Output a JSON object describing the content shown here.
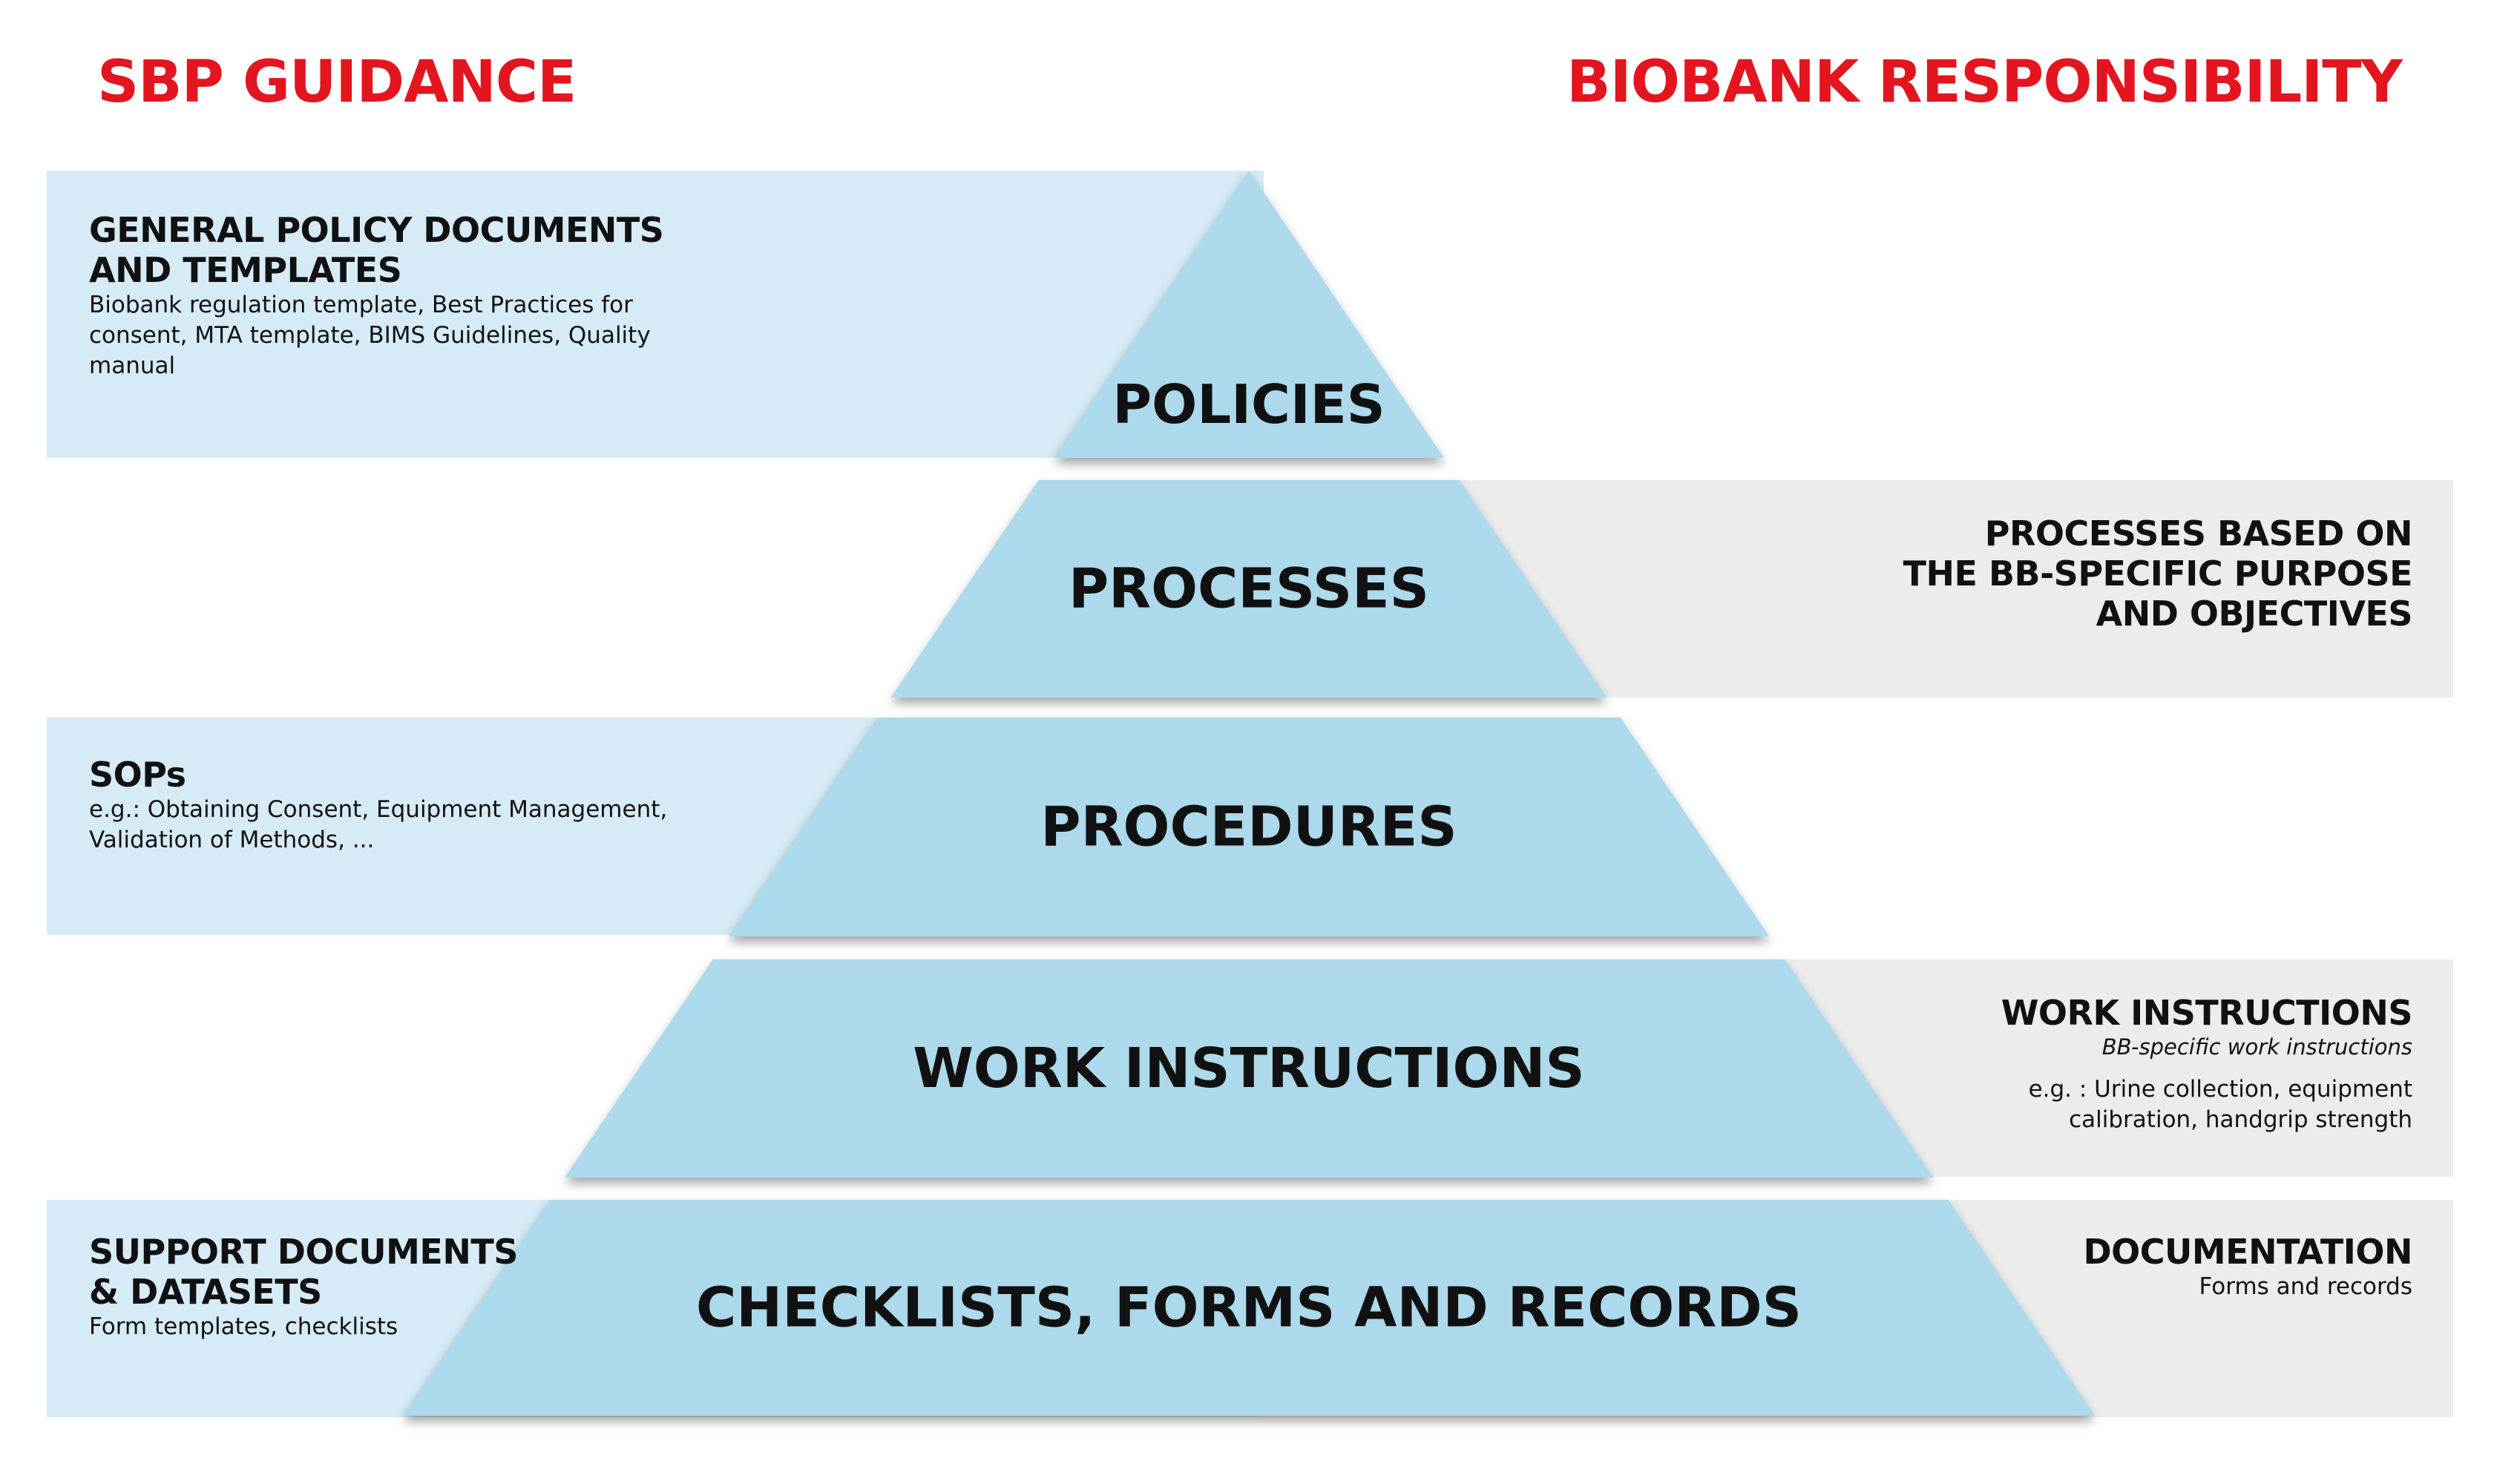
{
  "headings": {
    "left": "SBP GUIDANCE",
    "right": "BIOBANK RESPONSIBILITY"
  },
  "levels": [
    {
      "label": "POLICIES"
    },
    {
      "label": "PROCESSES"
    },
    {
      "label": "PROCEDURES"
    },
    {
      "label": "WORK INSTRUCTIONS"
    },
    {
      "label": "CHECKLISTS, FORMS AND RECORDS"
    }
  ],
  "left_panels": {
    "policies": {
      "title_lines": [
        "GENERAL POLICY DOCUMENTS",
        "AND TEMPLATES"
      ],
      "desc_lines": [
        "Biobank regulation template, Best Practices for",
        "consent, MTA template, BIMS Guidelines, Quality",
        "manual"
      ]
    },
    "procedures": {
      "title_lines": [
        "SOPs"
      ],
      "desc_lines": [
        "e.g.: Obtaining Consent, Equipment Management,",
        "Validation of Methods, ..."
      ]
    },
    "checklists": {
      "title_lines": [
        "SUPPORT DOCUMENTS",
        "& DATASETS"
      ],
      "desc_lines": [
        "Form templates, checklists"
      ]
    }
  },
  "right_panels": {
    "processes": {
      "title_lines": [
        "PROCESSES BASED ON",
        "THE BB-SPECIFIC PURPOSE",
        "AND OBJECTIVES"
      ]
    },
    "work_instructions": {
      "title": "WORK INSTRUCTIONS",
      "subtitle": "BB-specific work instructions",
      "desc_lines": [
        "e.g. :  Urine collection, equipment",
        "calibration, handgrip strength"
      ]
    },
    "documentation": {
      "title": "DOCUMENTATION",
      "desc": "Forms and records"
    }
  },
  "colors": {
    "heading_red": "#e3151f",
    "pyramid_fill": "#acd9eb",
    "left_band": "#d6ebf5",
    "right_band": "#ececec",
    "text": "#111111"
  }
}
